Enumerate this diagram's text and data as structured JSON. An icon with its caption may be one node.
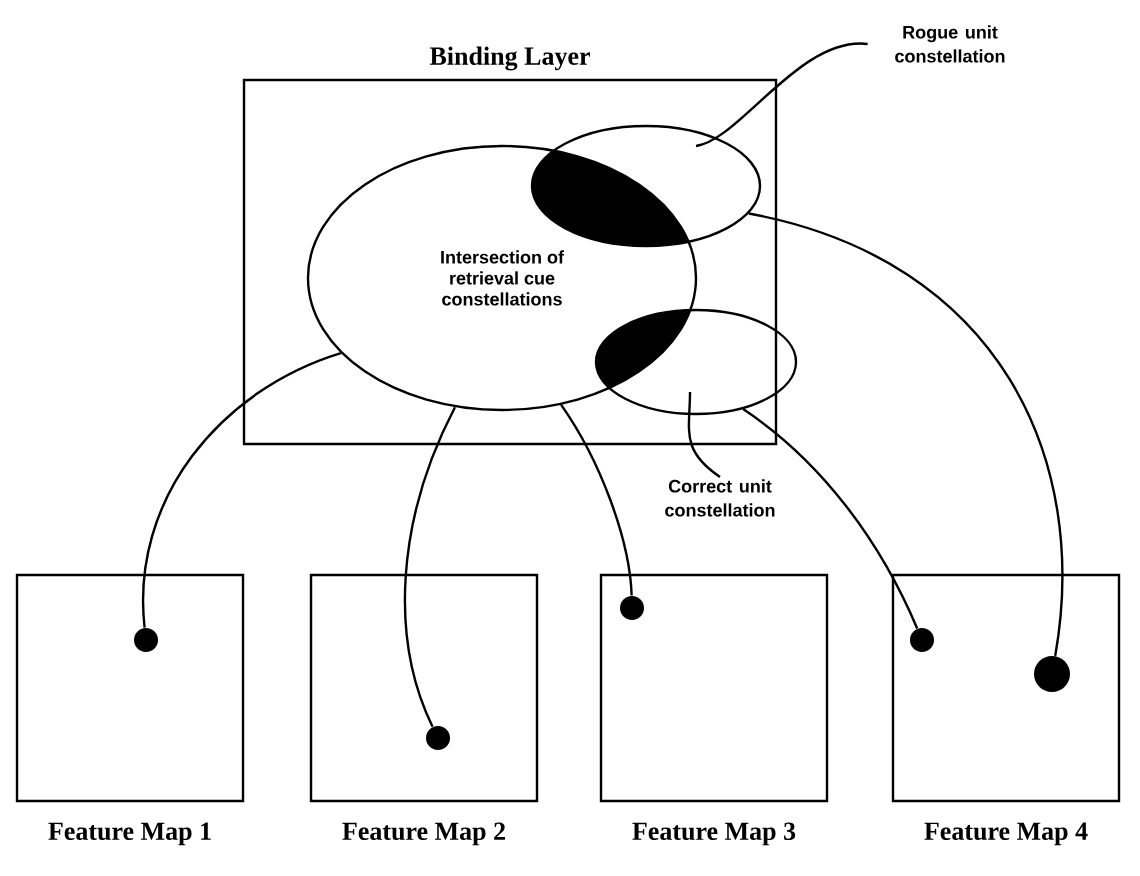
{
  "diagram": {
    "nodes": [
      {
        "text": [
          "Binding Layer"
        ]
      },
      {
        "text": [
          "Intersection of retrieval cue constellations"
        ],
        "in": 0
      },
      {
        "text": [],
        "shape": "circle",
        "in": 0
      },
      {
        "text": [],
        "shape": "circle"
      },
      {
        "text": [
          "Rogue unit constellation"
        ]
      },
      {
        "text": [
          "Correct unit constellation"
        ]
      },
      {
        "text": [
          "Feature Map 1"
        ]
      },
      {
        "text": [
          "Feature Map 2"
        ]
      },
      {
        "text": [
          "Feature Map 3"
        ]
      },
      {
        "text": [
          "Feature Map 4"
        ]
      },
      {
        "text": [],
        "shape": "circle",
        "in": 6
      },
      {
        "text": [],
        "shape": "circle",
        "in": 7
      },
      {
        "text": [],
        "shape": "circle",
        "in": 8
      },
      {
        "text": [],
        "shape": "circle",
        "in": 9
      },
      {
        "text": [],
        "shape": "circle",
        "in": 9
      }
    ],
    "edges": [
      {
        "from": 1,
        "to": 10,
        "arrow": "none"
      },
      {
        "from": 1,
        "to": 11,
        "arrow": "none"
      },
      {
        "from": 1,
        "to": 12,
        "arrow": "none"
      },
      {
        "from": 3,
        "to": 13,
        "arrow": "none"
      },
      {
        "from": 2,
        "to": 14,
        "arrow": "none"
      },
      {
        "from": 4,
        "to": 2,
        "arrow": "none"
      },
      {
        "from": 5,
        "to": 3,
        "arrow": "none"
      }
    ]
  }
}
